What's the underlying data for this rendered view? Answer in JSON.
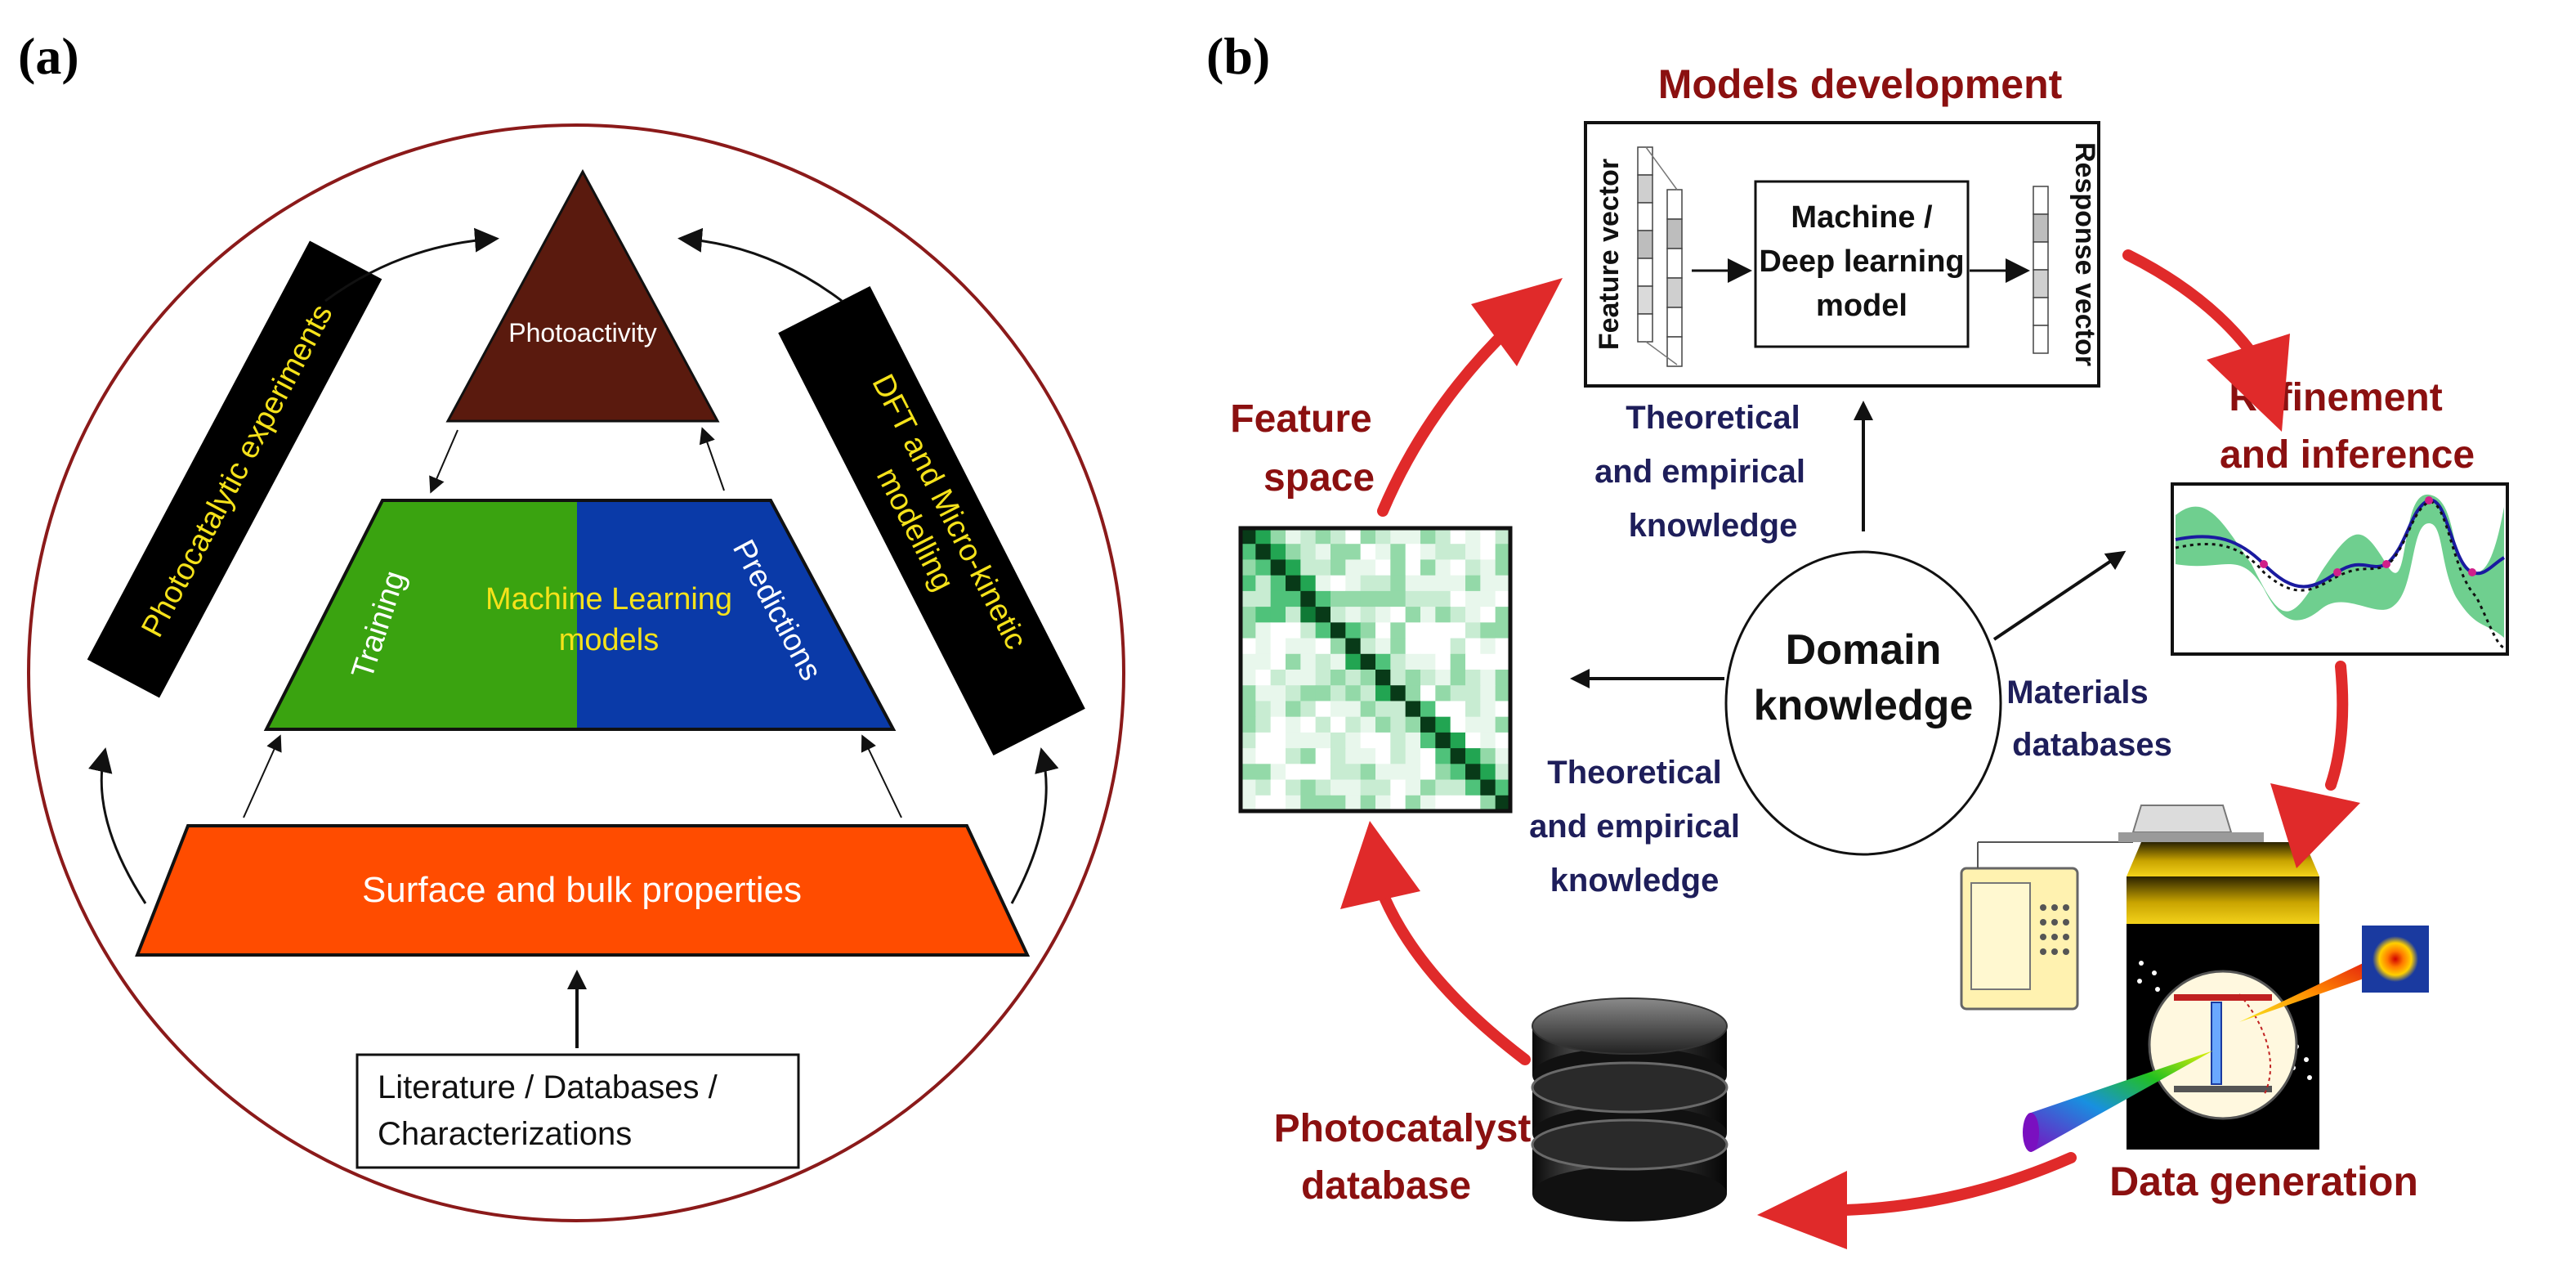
{
  "panel_a": {
    "label": "(a)",
    "top": {
      "label": "Photoactivity",
      "color": "#5a1a0e"
    },
    "ml": {
      "title_line1": "Machine Learning",
      "title_line2": "models",
      "left_label": "Training",
      "right_label": "Predictions",
      "left_color": "#3aa310",
      "right_color": "#0a3aa8"
    },
    "base": {
      "label": "Surface and bulk properties",
      "color": "#ff4c00"
    },
    "left_band": {
      "label": "Photocatalytic experiments"
    },
    "right_band": {
      "line1": "DFT and Micro-kinetic",
      "line2": "modelling"
    },
    "input_box": {
      "line1": "Literature / Databases /",
      "line2": "Characterizations"
    },
    "circle_color": "#8b1a1a",
    "text_yellow": "#f5e21a"
  },
  "panel_b": {
    "label": "(b)",
    "models_development": "Models development",
    "feature_vector": "Feature vector",
    "response_vector": "Response vector",
    "model_line1": "Machine /",
    "model_line2": "Deep learning",
    "model_line3": "model",
    "feature_space_line1": "Feature",
    "feature_space_line2": "space",
    "refinement_line1": "Refinement",
    "refinement_line2": "and inference",
    "domain_line1": "Domain",
    "domain_line2": "knowledge",
    "top_knowledge": {
      "line1": "Theoretical",
      "line2": "and empirical",
      "line3": "knowledge"
    },
    "bottom_knowledge": {
      "line1": "Theoretical",
      "line2": "and empirical",
      "line3": "knowledge"
    },
    "materials_line1": "Materials",
    "materials_line2": "databases",
    "data_generation": "Data generation",
    "photocatalyst_line1": "Photocatalyst",
    "photocatalyst_line2": "database",
    "title_color": "#8b1010",
    "knowledge_color": "#1e1e5a",
    "arrow_red": "#e02a2a"
  }
}
